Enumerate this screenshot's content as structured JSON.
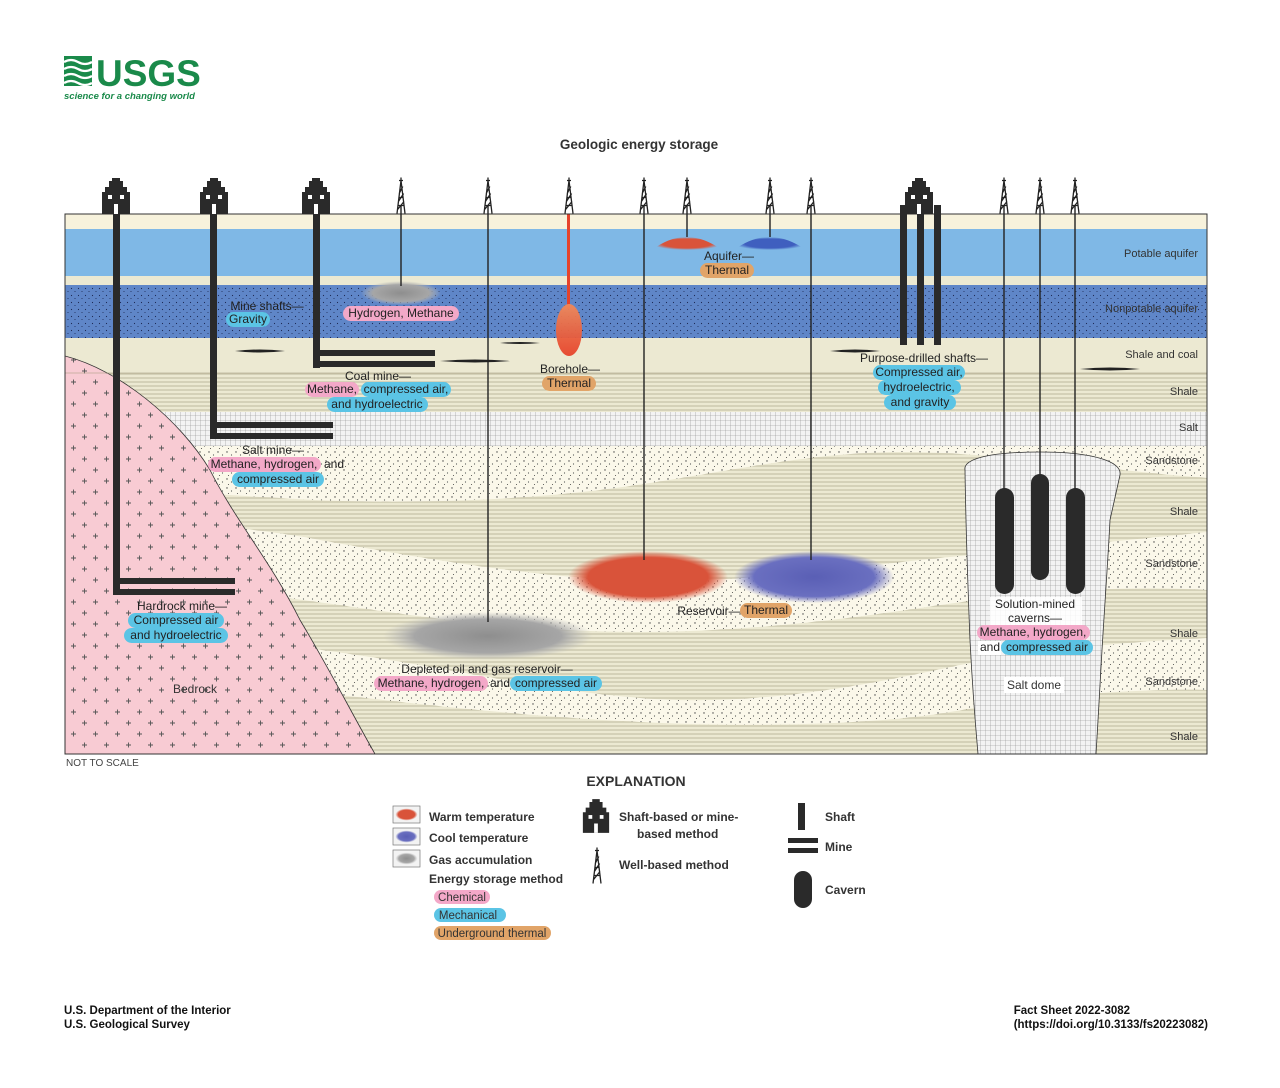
{
  "logo": {
    "text": "USGS",
    "tagline": "science for a changing world"
  },
  "title": "Geologic energy storage",
  "layers": {
    "potable_aquifer": "Potable aquifer",
    "nonpotable_aquifer": "Nonpotable aquifer",
    "shale_and_coal": "Shale and coal",
    "shale_1": "Shale",
    "salt": "Salt",
    "sandstone_1": "Sandstone",
    "shale_2": "Shale",
    "sandstone_2": "Sandstone",
    "shale_3": "Shale",
    "sandstone_3": "Sandstone",
    "shale_4": "Shale",
    "bedrock": "Bedrock",
    "salt_dome": "Salt dome"
  },
  "labels": {
    "mine_shafts": {
      "name": "Mine shafts—",
      "methods": [
        "Gravity"
      ]
    },
    "hydrogen_methane": {
      "methods": [
        "Hydrogen, Methane"
      ]
    },
    "coal_mine": {
      "name": "Coal mine—",
      "m1": "Methane,",
      "m2": "compressed air,",
      "m3": "and hydroelectric"
    },
    "salt_mine": {
      "name": "Salt mine—",
      "m1": "Methane, hydrogen,",
      "and": "and",
      "m2": "compressed air"
    },
    "hardrock_mine": {
      "name": "Hardrock mine—",
      "m1": "Compressed air",
      "m2": "and hydroelectric"
    },
    "borehole": {
      "name": "Borehole—",
      "m1": "Thermal"
    },
    "aquifer": {
      "name": "Aquifer—",
      "m1": "Thermal"
    },
    "reservoir": {
      "name": "Reservoir—",
      "m1": "Thermal"
    },
    "depleted": {
      "name": "Depleted oil and gas reservoir—",
      "m1": "Methane, hydrogen,",
      "and": "and",
      "m2": "compressed air"
    },
    "purpose": {
      "name": "Purpose-drilled shafts—",
      "m1": "Compressed air,",
      "m2": "hydroelectric,",
      "m3": "and gravity"
    },
    "solution": {
      "name1": "Solution-mined",
      "name2": "caverns—",
      "m1": "Methane, hydrogen,",
      "and": "and",
      "m2": "compressed air"
    }
  },
  "not_to_scale": "NOT TO SCALE",
  "explanation": {
    "heading": "EXPLANATION",
    "warm": "Warm temperature",
    "cool": "Cool temperature",
    "gas": "Gas accumulation",
    "method_heading": "Energy storage method",
    "chemical": "Chemical",
    "mechanical": "Mechanical",
    "thermal": "Underground thermal",
    "shaft_based_1": "Shaft-based or mine-",
    "shaft_based_2": "based method",
    "well_based": "Well-based method",
    "shaft": "Shaft",
    "mine": "Mine",
    "cavern": "Cavern"
  },
  "footer": {
    "dept": "U.S. Department of the Interior",
    "survey": "U.S. Geological Survey",
    "fact_sheet": "Fact Sheet 2022-3082",
    "doi": "(https://doi.org/10.3133/fs20223082)"
  },
  "colors": {
    "warm": "#d9533a",
    "cool": "#5a5fb5",
    "gas": "#9a9a9a",
    "chemical": "#f3a8c8",
    "mechanical": "#5bc4e5",
    "thermal": "#e1a468",
    "potable": "#7fb8e6",
    "nonpotable": "#5f86c8",
    "sediment": "#ece9d2",
    "bedrock": "#f8cbd3",
    "logo": "#1a8a4a"
  }
}
